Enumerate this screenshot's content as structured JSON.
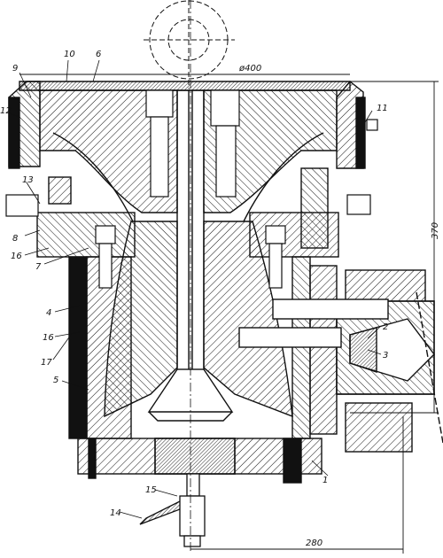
{
  "dimensions": {
    "diameter": "ø400",
    "height": "370",
    "offset": "280"
  },
  "callouts": {
    "c1": "1",
    "c2": "2",
    "c3": "3",
    "c4": "4",
    "c5": "5",
    "c6": "6",
    "c7": "7",
    "c8": "8",
    "c9": "9",
    "c10": "10",
    "c11": "11",
    "c12": "12",
    "c13": "13",
    "c14": "14",
    "c15": "15",
    "c16": "16",
    "c17": "17",
    "c18": "16"
  },
  "colors": {
    "ink": "#111111",
    "paper": "#ffffff"
  }
}
